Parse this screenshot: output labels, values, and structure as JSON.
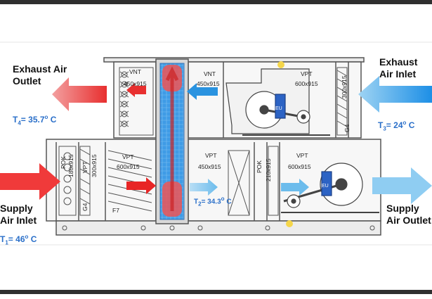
{
  "labels": {
    "exhaust_outlet": "Exhaust Air\nOutlet",
    "exhaust_inlet": "Exhaust\nAir Inlet",
    "supply_inlet": "Supply\nAir Inlet",
    "supply_outlet": "Supply\nAir Outlet"
  },
  "temperatures": {
    "t1": {
      "sub": "1",
      "value": "= 46",
      "deg": "o",
      "unit": " C"
    },
    "t2": {
      "sub": "2",
      "value": "= 34.3",
      "deg": "o",
      "unit": " C"
    },
    "t3": {
      "sub": "3",
      "value": "= 24",
      "deg": "o",
      "unit": " C"
    },
    "t4": {
      "sub": "4",
      "value": "= 35.7",
      "deg": "o",
      "unit": " C"
    }
  },
  "unit_labels": {
    "vnt_top_left": "VNT",
    "vnt_top_left_size": "450x915",
    "vnt_top_mid": "VNT",
    "vnt_top_mid_size": "450x915",
    "vpt_top_right": "VPT",
    "vpt_top_right_size": "600x915",
    "filter_top_size": "300x915",
    "g4_top": "G4",
    "pok_left": "POK",
    "pok_left_size": "180x915",
    "vpt_small_left": "VPT",
    "vpt_small_left_size": "300x915",
    "g4_left": "G4",
    "vpt_bottom_left": "VPT",
    "vpt_bottom_left_size": "600x915",
    "f7": "F7",
    "vpt_bottom_mid": "VPT",
    "vpt_bottom_mid_size": "450x915",
    "pok_right": "POK",
    "pok_right_size": "210x915",
    "vpt_bottom_right": "VPT",
    "vpt_bottom_right_size": "600x915",
    "motor_label": "EU"
  },
  "colors": {
    "hot": "#f03a3a",
    "warm": "#f59a9a",
    "cool": "#2a93e0",
    "light_cool": "#86c8ef",
    "exchanger": "#3f9be6",
    "label_blue": "#2a6fc9",
    "frame": "#555555"
  }
}
